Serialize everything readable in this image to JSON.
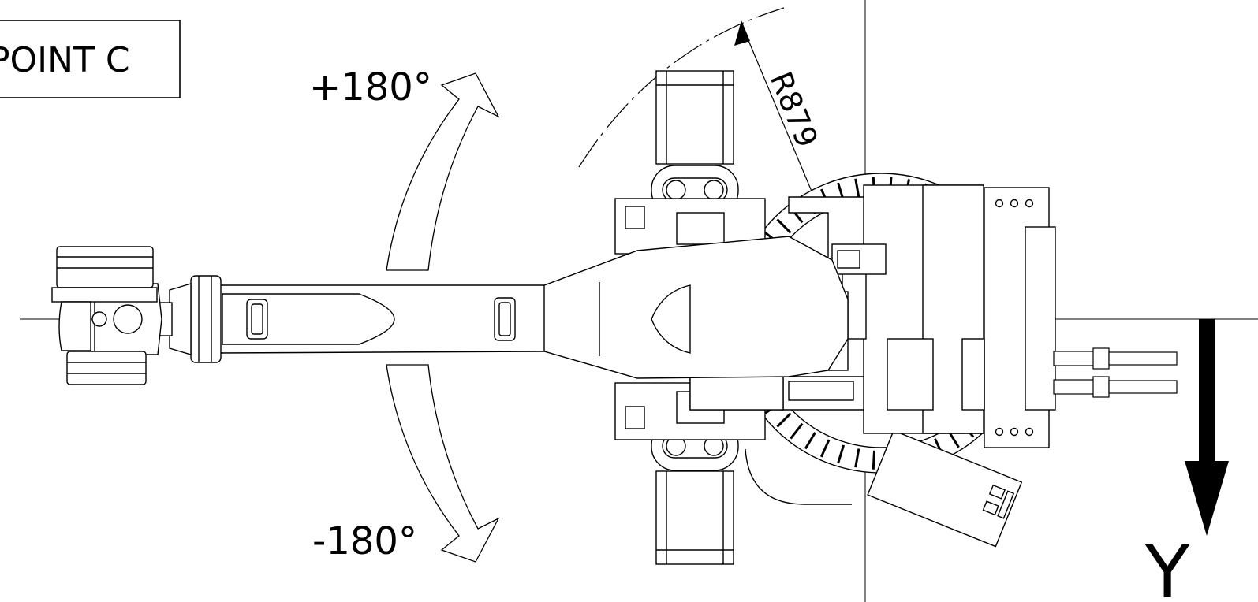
{
  "labels": {
    "point_box": "POINT C",
    "rotation_positive": "+180°",
    "rotation_negative": "-180°",
    "radius_dimension": "R879",
    "axis_y": "Y"
  }
}
